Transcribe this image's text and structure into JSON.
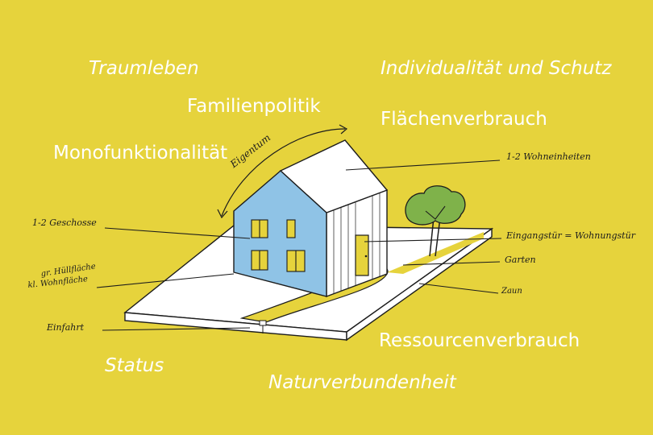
{
  "keywords": {
    "traumleben": "Traumleben",
    "individualitaet": "Individualität und Schutz",
    "familienpolitik": "Familienpolitik",
    "flaechenverbrauch": "Flächenverbrauch",
    "monofunktionalitaet": "Monofunktionalität",
    "ressourcenverbrauch": "Ressourcenverbrauch",
    "status": "Status",
    "naturverbundenheit": "Naturverbundenheit"
  },
  "annotations": {
    "eigentum": "Eigentum",
    "wohneinheiten": "1-2 Wohneinheiten",
    "geschosse": "1-2 Geschosse",
    "huellflaeche_line1": "gr. Hüllfläche",
    "huellflaeche_line2": "kl. Wohnfläche",
    "einfahrt": "Einfahrt",
    "eingangstuer": "Eingangstür = Wohnungstür",
    "garten": "Garten",
    "zaun": "Zaun"
  },
  "colors": {
    "background": "#e6d33c",
    "house_facade": "#8fc3e6",
    "roof": "#ffffff",
    "window": "#e6d33c",
    "tree": "#7fb24a",
    "ink": "#1c1c1c"
  }
}
